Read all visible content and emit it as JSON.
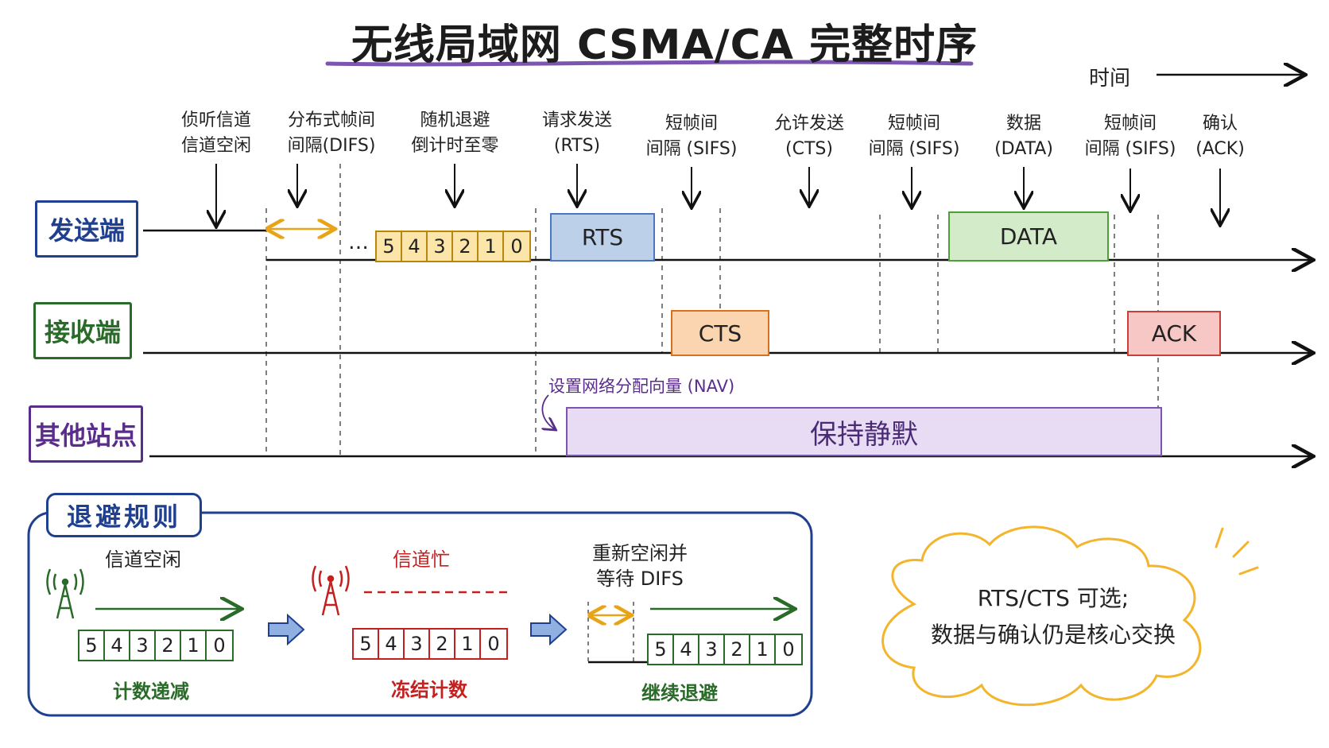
{
  "title": "无线局域网 CSMA/CA 完整时序",
  "time_label": "时间",
  "phases": [
    {
      "line1": "侦听信道",
      "line2": "信道空闲"
    },
    {
      "line1": "分布式帧间",
      "line2": "间隔(DIFS)"
    },
    {
      "line1": "随机退避",
      "line2": "倒计时至零"
    },
    {
      "line1": "请求发送",
      "line2": "(RTS)"
    },
    {
      "line1": "短帧间",
      "line2": "间隔 (SIFS)"
    },
    {
      "line1": "允许发送",
      "line2": "(CTS)"
    },
    {
      "line1": "短帧间",
      "line2": "间隔 (SIFS)"
    },
    {
      "line1": "数据",
      "line2": "(DATA)"
    },
    {
      "line1": "短帧间",
      "line2": "间隔 (SIFS)"
    },
    {
      "line1": "确认",
      "line2": "(ACK)"
    }
  ],
  "lanes": {
    "sender": "发送端",
    "receiver": "接收端",
    "others": "其他站点"
  },
  "ellipsis": "…",
  "countdown": [
    "5",
    "4",
    "3",
    "2",
    "1",
    "0"
  ],
  "frames": {
    "rts": "RTS",
    "cts": "CTS",
    "data": "DATA",
    "ack": "ACK"
  },
  "nav_label": "设置网络分配向量 (NAV)",
  "silence_label": "保持静默",
  "backoff_rules": {
    "title": "退避规则",
    "step1": {
      "top": "信道空闲",
      "bottom": "计数递减"
    },
    "step2": {
      "top": "信道忙",
      "bottom": "冻结计数"
    },
    "step3": {
      "top_line1": "重新空闲并",
      "top_line2": "等待 DIFS",
      "bottom": "继续退避"
    }
  },
  "note": {
    "line1": "RTS/CTS 可选;",
    "line2": "数据与确认仍是核心交换"
  },
  "colors": {
    "sender": "#1f3f8f",
    "receiver": "#2a6b2a",
    "others": "#5a2d8c",
    "countdown_fill": "#fbe5a8",
    "countdown_border": "#b8860b",
    "rts_fill": "#bcd0ea",
    "rts_border": "#4a77c0",
    "cts_fill": "#fbd5b0",
    "cts_border": "#d9701e",
    "data_fill": "#d3ebc8",
    "data_border": "#4f9e3a",
    "ack_fill": "#f6c7c4",
    "ack_border": "#c93f3a",
    "nav_fill": "#e8dcf5",
    "nav_border": "#7b55b0",
    "busy_red": "#c42020",
    "green_text": "#2a6b2a",
    "difs_arrow": "#e8a317",
    "cloud_border": "#f2b52c",
    "title_underline": "#7b55b0"
  }
}
